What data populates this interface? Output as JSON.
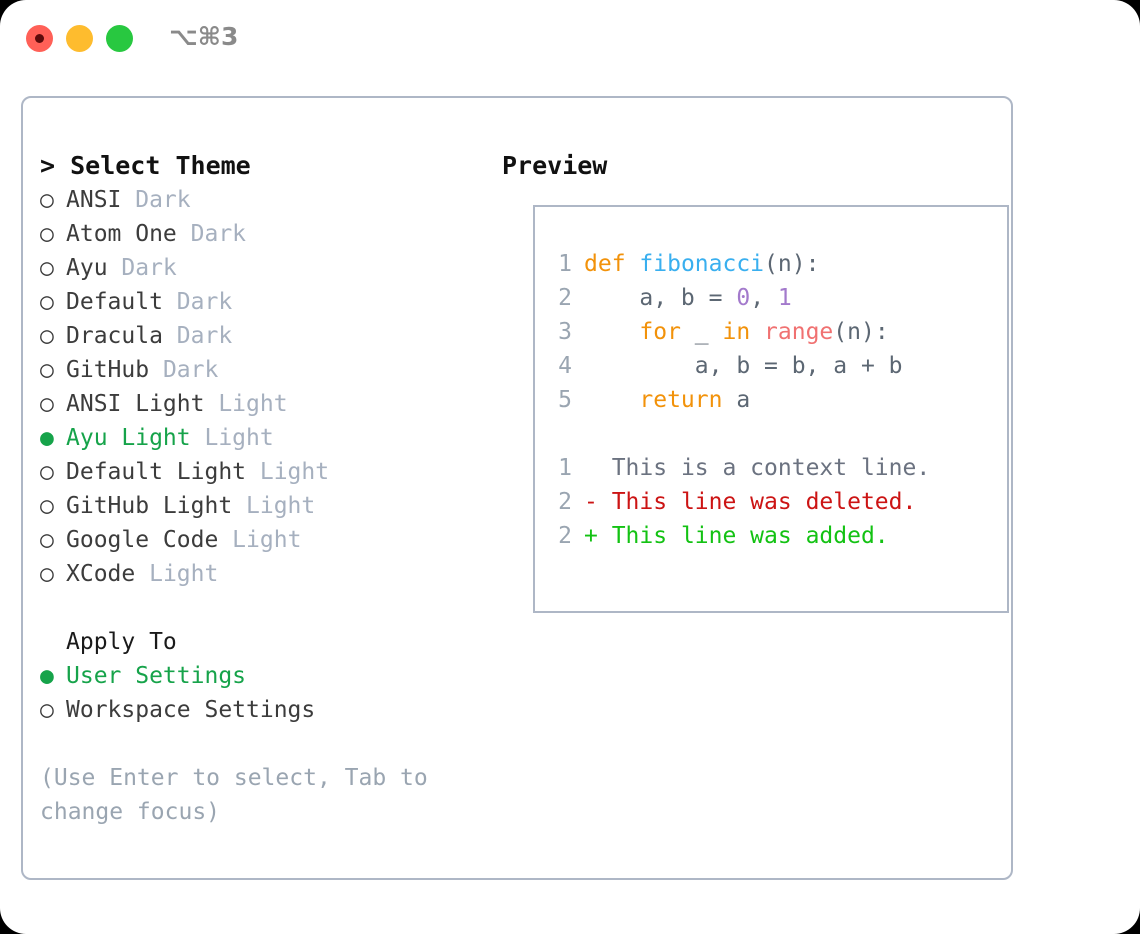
{
  "titlebar": {
    "shortcut": "⌥⌘3",
    "dots": [
      "close-red",
      "minimize-amber",
      "maximize-green"
    ]
  },
  "theme_picker": {
    "heading": "> Select Theme",
    "bullet_selected": "●",
    "bullet_unselected": "○",
    "items": [
      {
        "name": "ANSI",
        "variant": "Dark",
        "selected": false
      },
      {
        "name": "Atom One",
        "variant": "Dark",
        "selected": false
      },
      {
        "name": "Ayu",
        "variant": "Dark",
        "selected": false
      },
      {
        "name": "Default",
        "variant": "Dark",
        "selected": false
      },
      {
        "name": "Dracula",
        "variant": "Dark",
        "selected": false
      },
      {
        "name": "GitHub",
        "variant": "Dark",
        "selected": false
      },
      {
        "name": "ANSI Light",
        "variant": "Light",
        "selected": false
      },
      {
        "name": "Ayu Light",
        "variant": "Light",
        "selected": true
      },
      {
        "name": "Default Light",
        "variant": "Light",
        "selected": false
      },
      {
        "name": "GitHub Light",
        "variant": "Light",
        "selected": false
      },
      {
        "name": "Google Code",
        "variant": "Light",
        "selected": false
      },
      {
        "name": "XCode",
        "variant": "Light",
        "selected": false
      }
    ]
  },
  "apply_to": {
    "label": "Apply To",
    "options": [
      {
        "name": "User Settings",
        "selected": true
      },
      {
        "name": "Workspace Settings",
        "selected": false
      }
    ]
  },
  "hint": "(Use Enter to select, Tab to change focus)",
  "preview": {
    "heading": "Preview",
    "code_lines": [
      {
        "num": "1",
        "tokens": [
          {
            "t": "def",
            "c": "kw"
          },
          {
            "t": " ",
            "c": "punc"
          },
          {
            "t": "fibonacci",
            "c": "fn"
          },
          {
            "t": "(n):",
            "c": "punc"
          }
        ]
      },
      {
        "num": "2",
        "tokens": [
          {
            "t": "    ",
            "c": "punc"
          },
          {
            "t": "a, b = ",
            "c": "var"
          },
          {
            "t": "0",
            "c": "num"
          },
          {
            "t": ", ",
            "c": "var"
          },
          {
            "t": "1",
            "c": "num"
          }
        ]
      },
      {
        "num": "3",
        "tokens": [
          {
            "t": "    ",
            "c": "punc"
          },
          {
            "t": "for",
            "c": "kw"
          },
          {
            "t": " _ ",
            "c": "var"
          },
          {
            "t": "in",
            "c": "kw"
          },
          {
            "t": " ",
            "c": "var"
          },
          {
            "t": "range",
            "c": "bi"
          },
          {
            "t": "(n):",
            "c": "punc"
          }
        ]
      },
      {
        "num": "4",
        "tokens": [
          {
            "t": "        ",
            "c": "punc"
          },
          {
            "t": "a, b = b, a + b",
            "c": "var"
          }
        ]
      },
      {
        "num": "5",
        "tokens": [
          {
            "t": "    ",
            "c": "punc"
          },
          {
            "t": "return",
            "c": "kw"
          },
          {
            "t": " a",
            "c": "var"
          }
        ]
      }
    ],
    "diff_lines": [
      {
        "num": "1",
        "marker": " ",
        "text": " This is a context line.",
        "kind": "diff-ctx"
      },
      {
        "num": "2",
        "marker": "-",
        "text": " This line was deleted.",
        "kind": "diff-del"
      },
      {
        "num": "2",
        "marker": "+",
        "text": " This line was added.",
        "kind": "diff-add"
      }
    ]
  },
  "colors": {
    "accent_green": "#16a34a",
    "muted": "#a6b0bf",
    "border": "#aeb7c6",
    "keyword": "#f2920a",
    "function": "#39afef",
    "number": "#a37acc",
    "builtin": "#f07171",
    "variable": "#5c6773",
    "diff_added": "#13c213",
    "diff_deleted": "#cc1414"
  }
}
